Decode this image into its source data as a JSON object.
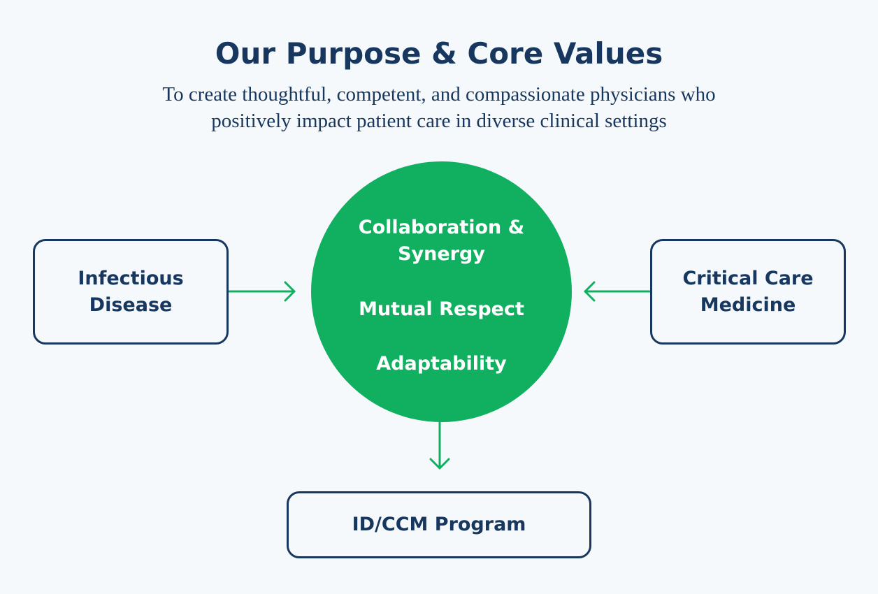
{
  "header": {
    "title": "Our Purpose & Core Values",
    "subtitle_line1": "To create thoughtful, competent, and compassionate physicians who",
    "subtitle_line2": "positively impact patient care in diverse clinical settings"
  },
  "left_box": {
    "line1": "Infectious",
    "line2": "Disease"
  },
  "right_box": {
    "line1": "Critical Care",
    "line2": "Medicine"
  },
  "core_values": {
    "value1_line1": "Collaboration &",
    "value1_line2": "Synergy",
    "value2": "Mutual Respect",
    "value3": "Adaptability"
  },
  "bottom_box": {
    "label": "ID/CCM Program"
  },
  "colors": {
    "background": "#f5f9fc",
    "navy": "#17375e",
    "green": "#11b061",
    "white": "#ffffff"
  }
}
